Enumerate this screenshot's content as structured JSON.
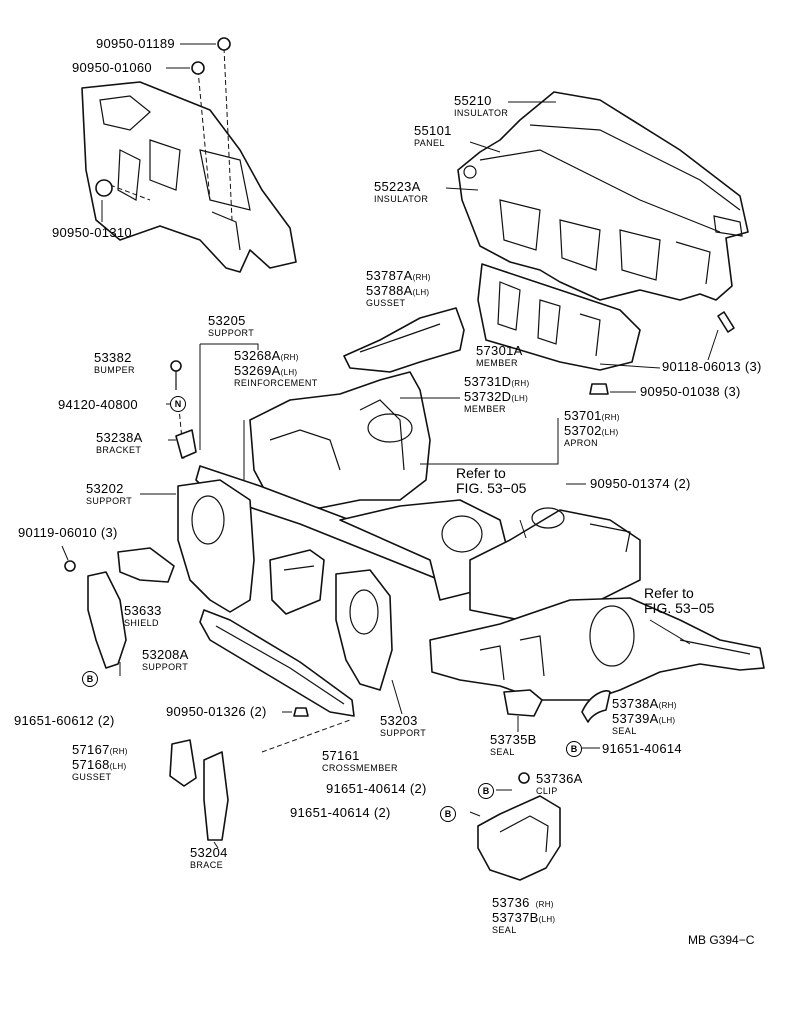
{
  "parts": {
    "p90950_01189": {
      "number": "90950-01189"
    },
    "p90950_01060": {
      "number": "90950-01060"
    },
    "p90950_01310": {
      "number": "90950-01310"
    },
    "p55210": {
      "number": "55210",
      "name": "INSULATOR"
    },
    "p55101": {
      "number": "55101",
      "name": "PANEL"
    },
    "p55223A": {
      "number": "55223A",
      "name": "INSULATOR"
    },
    "p53787A": {
      "number": "53787A",
      "suffix": "(RH)"
    },
    "p53788A": {
      "number": "53788A",
      "suffix": "(LH)",
      "name": "GUSSET"
    },
    "p57301A": {
      "number": "57301A",
      "name": "MEMBER"
    },
    "p90118_06013": {
      "number": "90118-06013 (3)"
    },
    "p90950_01038": {
      "number": "90950-01038 (3)"
    },
    "p53205": {
      "number": "53205",
      "name": "SUPPORT"
    },
    "p53268A": {
      "number": "53268A",
      "suffix": "(RH)"
    },
    "p53269A": {
      "number": "53269A",
      "suffix": "(LH)",
      "name": "REINFORCEMENT"
    },
    "p53382": {
      "number": "53382",
      "name": "BUMPER"
    },
    "p94120_40800": {
      "number": "94120-40800"
    },
    "p53731D": {
      "number": "53731D",
      "suffix": "(RH)"
    },
    "p53732D": {
      "number": "53732D",
      "suffix": "(LH)",
      "name": "MEMBER"
    },
    "p53701": {
      "number": "53701",
      "suffix": "(RH)"
    },
    "p53702": {
      "number": "53702",
      "suffix": "(LH)",
      "name": "APRON"
    },
    "p53238A": {
      "number": "53238A",
      "name": "BRACKET"
    },
    "p90950_01374": {
      "number": "90950-01374 (2)"
    },
    "p53202": {
      "number": "53202",
      "name": "SUPPORT"
    },
    "p90119_06010": {
      "number": "90119-06010 (3)"
    },
    "p53633": {
      "number": "53633",
      "name": "SHIELD"
    },
    "p53208A": {
      "number": "53208A",
      "name": "SUPPORT"
    },
    "p91651_60612": {
      "number": "91651-60612 (2)"
    },
    "p90950_01326": {
      "number": "90950-01326 (2)"
    },
    "p53203": {
      "number": "53203",
      "name": "SUPPORT"
    },
    "p57167": {
      "number": "57167",
      "suffix": "(RH)"
    },
    "p57168": {
      "number": "57168",
      "suffix": "(LH)",
      "name": "GUSSET"
    },
    "p57161": {
      "number": "57161",
      "name": "CROSSMEMBER"
    },
    "p53204": {
      "number": "53204",
      "name": "BRACE"
    },
    "p53735B": {
      "number": "53735B",
      "name": "SEAL"
    },
    "p53738A": {
      "number": "53738A",
      "suffix": "(RH)"
    },
    "p53739A": {
      "number": "53739A",
      "suffix": "(LH)",
      "name": "SEAL"
    },
    "p91651_40614a": {
      "number": "91651-40614"
    },
    "p91651_40614b": {
      "number": "91651-40614 (2)"
    },
    "p91651_40614c": {
      "number": "91651-40614 (2)"
    },
    "p53736A": {
      "number": "53736A",
      "name": "CLIP"
    },
    "p53736": {
      "number": "53736",
      "suffix": "(RH)"
    },
    "p53737B": {
      "number": "53737B",
      "suffix": "(LH)",
      "name": "SEAL"
    }
  },
  "references": {
    "ref1": {
      "line1": "Refer to",
      "line2": "FIG. 53−05"
    },
    "ref2": {
      "line1": "Refer to",
      "line2": "FIG. 53−05"
    }
  },
  "callout_letter": "B",
  "page_code": "MB G394−C",
  "colors": {
    "ink": "#000000",
    "paper": "#ffffff"
  }
}
